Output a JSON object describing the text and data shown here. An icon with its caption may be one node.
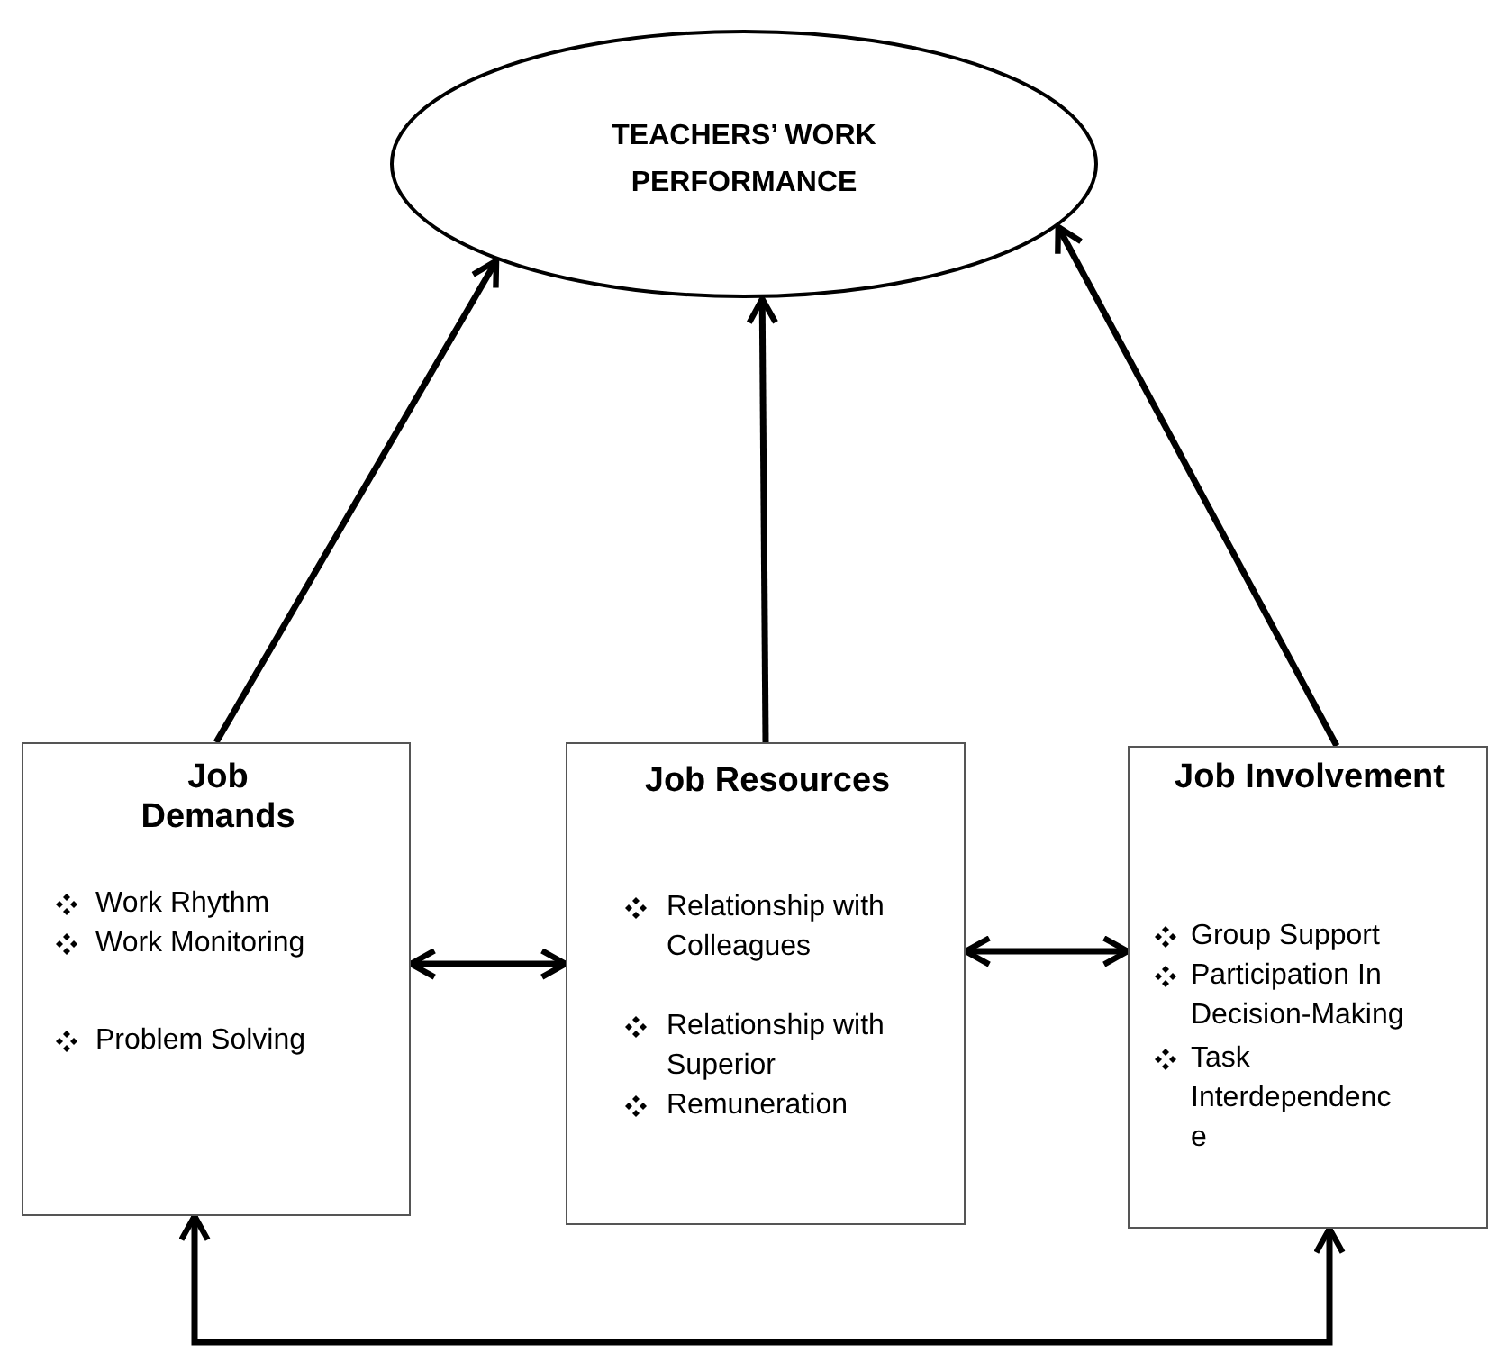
{
  "diagram": {
    "nodes": [
      {
        "text": [
          "TEACHERS’ WORK PERFORMANCE"
        ]
      },
      {
        "text": [
          "Job Demands",
          "Work Rhythm",
          "Work Monitoring",
          "Problem Solving"
        ]
      },
      {
        "text": [
          "Job Resources",
          "Relationship with Colleagues",
          "Relationship with Superior",
          "Remuneration"
        ]
      },
      {
        "text": [
          "Job Involvement",
          "Group Support",
          "Participation In Decision-Making",
          "Task Interdependenc e"
        ]
      }
    ],
    "edges": [
      {
        "from": 1,
        "to": 0,
        "arrow": "to"
      },
      {
        "from": 2,
        "to": 0,
        "arrow": "to"
      },
      {
        "from": 3,
        "to": 0,
        "arrow": "to"
      },
      {
        "from": 1,
        "to": 2,
        "arrow": "both"
      },
      {
        "from": 2,
        "to": 3,
        "arrow": "both"
      },
      {
        "from": 1,
        "to": 3,
        "arrow": "both"
      }
    ]
  }
}
